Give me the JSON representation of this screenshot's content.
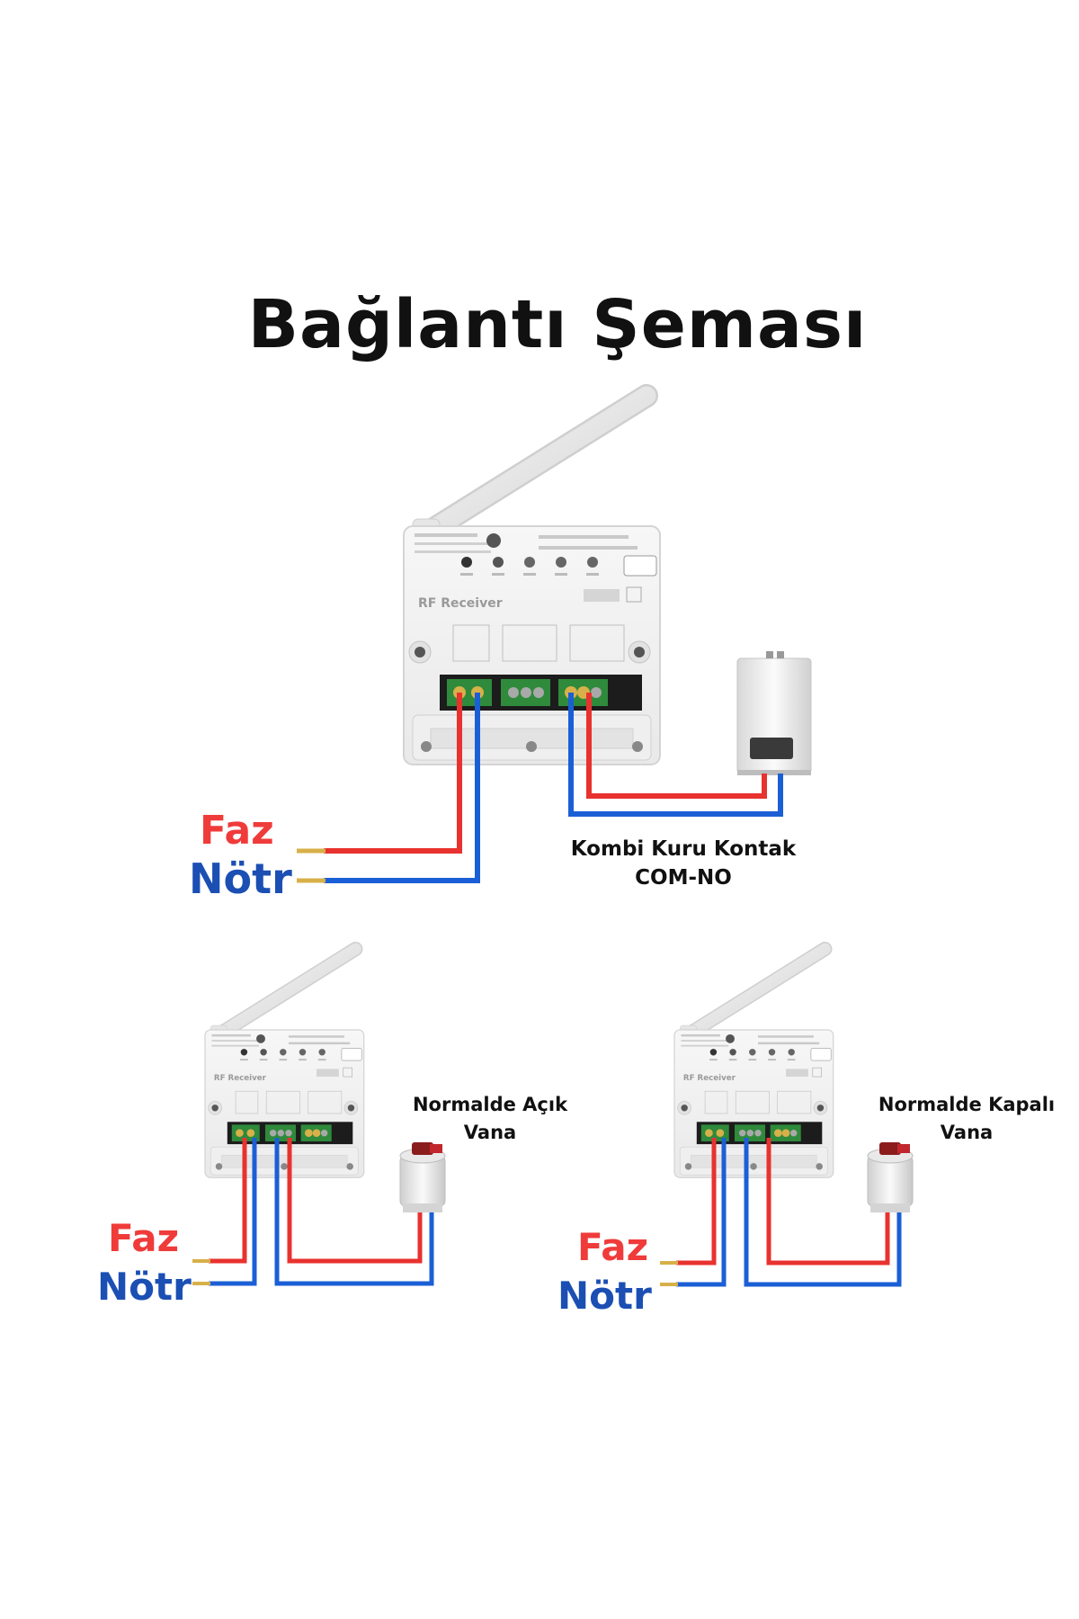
{
  "title": "Bağlantı Şeması",
  "receiver_brand": "RF Receiver",
  "top": {
    "faz": "Faz",
    "notr": "Nötr",
    "caption_line1": "Kombi Kuru Kontak",
    "caption_line2": "COM-NO"
  },
  "bottom_left": {
    "faz": "Faz",
    "notr": "Nötr",
    "caption_line1": "Normalde Açık",
    "caption_line2": "Vana"
  },
  "bottom_right": {
    "faz": "Faz",
    "notr": "Nötr",
    "caption_line1": "Normalde Kapalı",
    "caption_line2": "Vana"
  },
  "colors": {
    "phase": "#e8322f",
    "neutral": "#1b5fd6",
    "terminal": "#2f8a3c"
  }
}
